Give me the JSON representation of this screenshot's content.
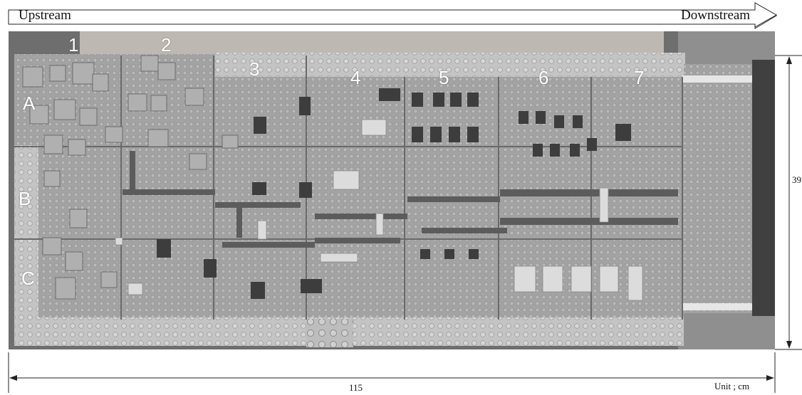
{
  "flow": {
    "upstream": "Upstream",
    "downstream": "Downstream"
  },
  "segments": [
    "1",
    "2",
    "3",
    "4",
    "5",
    "6",
    "7"
  ],
  "zones": [
    "A",
    "B",
    "C"
  ],
  "dimensions": {
    "length": "115",
    "width": "39",
    "unit": "Unit ; cm"
  },
  "photo": {
    "description_color": "#9a9a9a",
    "style": "grayscale"
  }
}
